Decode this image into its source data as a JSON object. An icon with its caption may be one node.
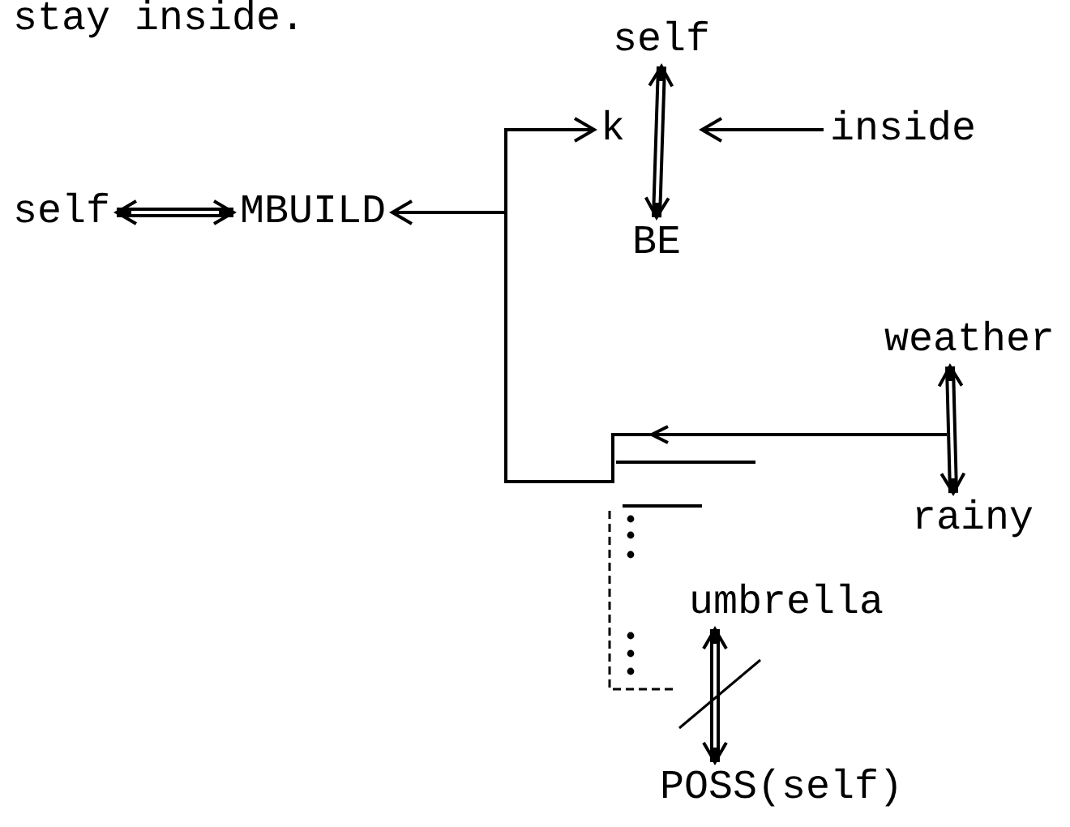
{
  "diagram": {
    "nodes": [
      {
        "text": [
          "self"
        ]
      },
      {
        "text": [
          "MBUILD"
        ]
      },
      {
        "text": [
          "k"
        ]
      },
      {
        "text": [
          "self"
        ]
      },
      {
        "text": [
          "BE"
        ]
      },
      {
        "text": [
          "inside"
        ]
      },
      {
        "text": [
          "weather"
        ]
      },
      {
        "text": [
          "rainy"
        ]
      },
      {
        "text": [
          "umbrella"
        ]
      },
      {
        "text": [
          "POSS(self)"
        ]
      }
    ],
    "edges": [
      {
        "from": 0,
        "to": 1,
        "arrow": "both"
      },
      {
        "from": null,
        "to": 1,
        "arrow": "to"
      },
      {
        "from": null,
        "to": 2,
        "arrow": "to"
      },
      {
        "from": 3,
        "to": 4,
        "arrow": "both"
      },
      {
        "from": 5,
        "to": null,
        "arrow": "to"
      },
      {
        "from": 6,
        "to": 7,
        "arrow": "both"
      },
      {
        "from": 8,
        "to": 9,
        "arrow": "both"
      }
    ],
    "labels": [
      "stay inside."
    ]
  }
}
